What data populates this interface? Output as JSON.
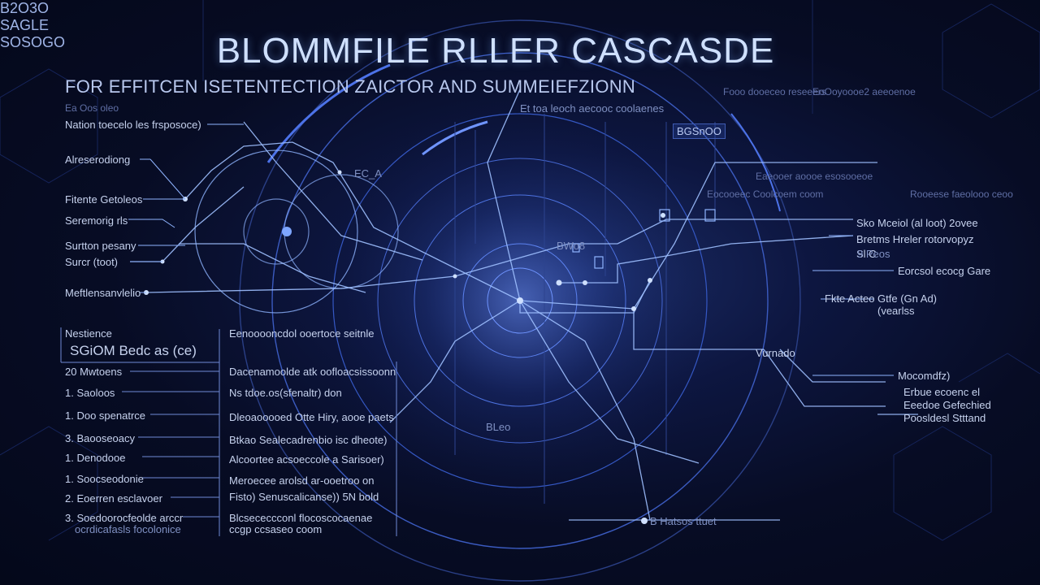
{
  "title": "BLOMMFILE RLLER CASCASDE",
  "subtitle": "FOR EFFITCEN ISETENTECTION ZAICTOR AND SUMMEIEFZIONN",
  "left_callouts": [
    "Nation toecelo les frsposoce)",
    "Alreserodiong",
    "Fitente Getoleos",
    "Seremorig rls",
    "Surtton pesany",
    "Surcr (toot)",
    "Meftlensanvlelio"
  ],
  "left_panel": {
    "header": "Nestience",
    "highlight": "SGiOM Bedc as (ce)",
    "rows": [
      "20 Mwtoens",
      "1. Saoloos",
      "1. Doo spenatrce",
      "3. Baooseoacy",
      "1. Denodooe",
      "1. Soocseodonie",
      "2. Eoerren esclavoer",
      "3. Soedoorocfeolde arccr"
    ],
    "footer": "ocrdicafasls focolonice"
  },
  "mid_panel": {
    "header": "Eenooooncdol ooertoce seitnle",
    "rows": [
      "Dacenamoolde atk oofloacsissoonn",
      "Ns tdoe.os(sfenaltr) don",
      "Dleoaooooed Otte Hiry, aooe paets",
      "Btkao Sealecadrenbio isc dheote)",
      "Alcoortee acsoeccole a Sarisoer)",
      "Meroecee arolsd ar-ooetroo on",
      "Fisto) Senuscalicanse)) 5N bold",
      "Blcsececcconl flocoscocaenae",
      "ccgp ccsaseo coom"
    ]
  },
  "right_callouts": [
    "Sko Mceiol (al loot) 2ovee",
    "Bretms Hreler rotorvopyz",
    "Sl C",
    "Eorcsol ecocg Gare",
    "Fkte Acteo Gtfe (Gn Ad)",
    "(vearlss",
    "Vurnado",
    "Mocomdfz)",
    "Erbue ecoenc el",
    "Eeedoe Gefechied",
    "Poosldesl Stttand"
  ],
  "center_labels": [
    "Et toa leoch aecooc coolaenes",
    "BGSnOO",
    "BWo8",
    "EC_A",
    "9 Peos",
    "B2O3O",
    "SAGLE",
    "BLeo",
    "SOSOGO",
    "B Hatsos ttuet"
  ],
  "ring_labels": [
    "Fooo dooeceo reseeers",
    "Eaeooer aoooe esosooeoe",
    "Eocooeec Coolcoem coom",
    "Ea Oos oleo",
    "EoOoyoooe2 aeeoenoe",
    "Rooeese faeolooo ceoo"
  ],
  "colors": {
    "background": "#060b22",
    "line": "#8fb4ff",
    "accent": "#5b8cff",
    "node": "#bcd6ff",
    "text": "#c6d2ee"
  }
}
